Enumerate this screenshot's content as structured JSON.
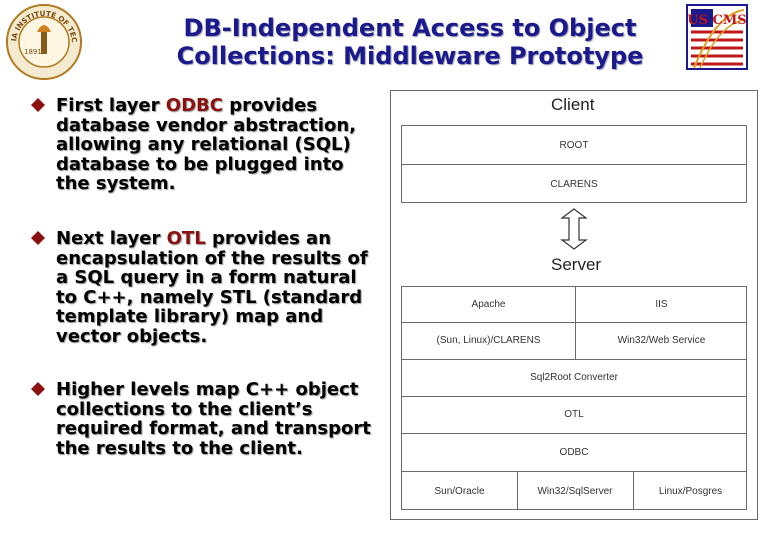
{
  "header": {
    "title_line1": "DB-Independent Access to Object",
    "title_line2": "Collections: Middleware Prototype",
    "seal_text": "CALIFORNIA INSTITUTE OF TECHNOLOGY",
    "seal_year": "1891",
    "logo_text": "US CMS"
  },
  "bullets": [
    {
      "before": "First layer ",
      "highlight": "ODBC",
      "after": " provides database vendor abstraction, allowing any relational (SQL) database to be plugged into the system."
    },
    {
      "before": "Next layer ",
      "highlight": "OTL",
      "after": " provides an encapsulation of the results of a SQL query in a form natural to C++, namely STL (standard template library) map and vector objects."
    },
    {
      "before": "",
      "highlight": "",
      "after": "Higher levels map C++ object collections to the client’s required format, and transport the results to the client."
    }
  ],
  "colors": {
    "title": "#1a1a8c",
    "highlight": "#8b1010",
    "bullet_mark": "#8b1010"
  },
  "diagram": {
    "client": {
      "label": "Client",
      "layers": [
        "ROOT",
        "CLARENS"
      ]
    },
    "server": {
      "label": "Server",
      "row1": [
        "Apache",
        "IIS"
      ],
      "row2": [
        "(Sun, Linux)/CLARENS",
        "Win32/Web Service"
      ],
      "converter": "Sql2Root Converter",
      "otl": "OTL",
      "odbc": "ODBC",
      "databases": [
        "Sun/Oracle",
        "Win32/SqlServer",
        "Linux/Posgres"
      ]
    },
    "connector_icon": "double-arrow-icon"
  }
}
